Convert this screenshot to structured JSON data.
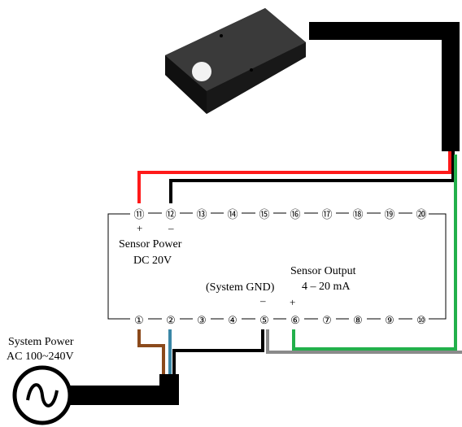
{
  "diagram": {
    "top_terminals": [
      "⑪",
      "⑫",
      "⑬",
      "⑭",
      "⑮",
      "⑯",
      "⑰",
      "⑱",
      "⑲",
      "⑳"
    ],
    "bottom_terminals": [
      "①",
      "②",
      "③",
      "④",
      "⑤",
      "⑥",
      "⑦",
      "⑧",
      "⑨",
      "⑩"
    ],
    "sensor_power": {
      "plus": "+",
      "minus": "–",
      "title": "Sensor Power",
      "spec": "DC 20V"
    },
    "sensor_output": {
      "title": "Sensor Output",
      "spec": "4 – 20 mA",
      "plus": "+"
    },
    "system_gnd": {
      "label": "(System GND)",
      "minus": "–"
    },
    "system_power": {
      "title": "System Power",
      "spec": "AC 100~240V"
    },
    "colors": {
      "red_wire": "#ff1a1a",
      "black_wire": "#000000",
      "green_wire": "#22b04b",
      "brown_wire": "#8b4a1c",
      "blue_wire": "#3a87a6",
      "gray_wire": "#8a8a8a",
      "sensor_body": "#2b2b2b"
    }
  }
}
